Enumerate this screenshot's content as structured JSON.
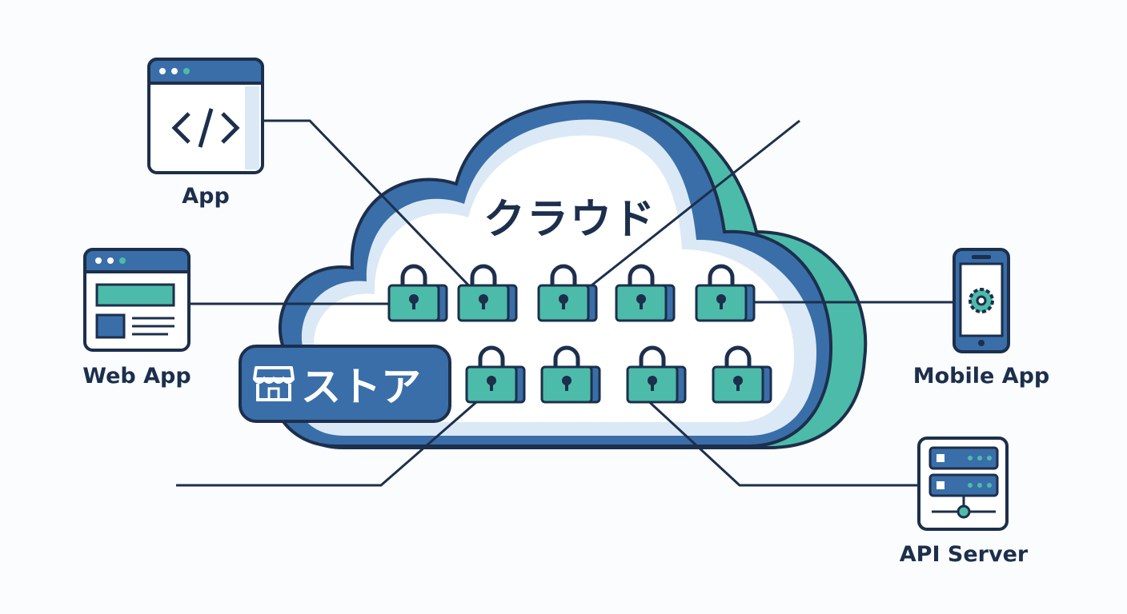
{
  "diagram": {
    "cloud_label": "クラウド",
    "store_label": "ストア",
    "nodes": {
      "app": "App",
      "web_app": "Web App",
      "mobile_app": "Mobile App",
      "api_server": "API Server"
    },
    "icons": {
      "app": "code-window-icon",
      "web_app": "browser-layout-icon",
      "mobile_app": "smartphone-gear-icon",
      "api_server": "server-rack-icon",
      "store": "storefront-icon",
      "lock": "padlock-icon"
    },
    "lock_count": 9
  },
  "colors": {
    "navy": "#1c2f4c",
    "blue": "#3a6ea8",
    "teal": "#4dbba9",
    "light": "#dbe9f6"
  }
}
